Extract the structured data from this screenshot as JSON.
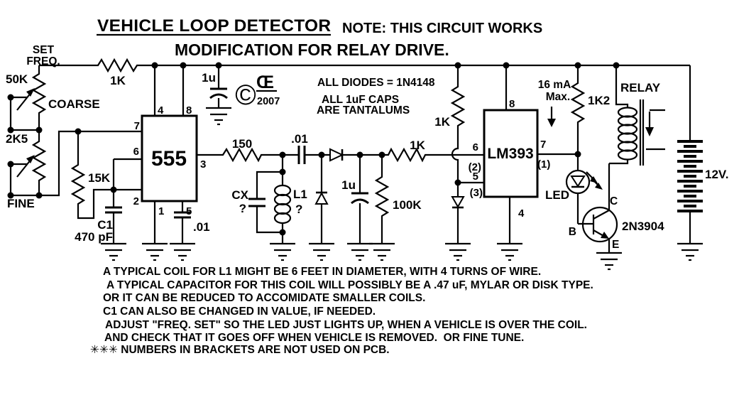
{
  "header": {
    "title": "VEHICLE LOOP DETECTOR",
    "note": "NOTE: THIS CIRCUIT WORKS",
    "subtitle": "MODIFICATION FOR RELAY DRIVE.",
    "copyright_symbol": "©",
    "copyright_initials": "Œ",
    "copyright_year": "2007"
  },
  "annotations": {
    "diodes": "ALL DIODES = 1N4148",
    "caps1": "ALL 1uF CAPS",
    "caps2": "ARE TANTALUMS",
    "current1": "16 mA",
    "current2": "Max."
  },
  "labels": {
    "set1": "SET",
    "set2": "FREQ.",
    "coarse_value": "50K",
    "coarse": "COARSE",
    "fine_value": "2K5",
    "fine": "FINE",
    "r_supply": "1K",
    "r_timing": "15K",
    "c1_ref": "C1",
    "c1_val": "470 pF",
    "ic1": "555",
    "c_pin5": ".01",
    "c_decouple": "1u",
    "r_out": "150",
    "c_series": ".01",
    "cx_ref": "CX",
    "cx_val": "?",
    "l1_ref": "L1",
    "l1_val": "?",
    "c_det": "1u",
    "r_det": "100K",
    "r_sig": "1K",
    "r_ref": "1K",
    "ic2": "LM393",
    "r_led": "1K2",
    "led": "LED",
    "q1": "2N3904",
    "q1_b": "B",
    "q1_c": "C",
    "q1_e": "E",
    "relay": "RELAY",
    "battery": "12V."
  },
  "pins555": {
    "p4": "4",
    "p8": "8",
    "p7": "7",
    "p6": "6",
    "p2": "2",
    "p3": "3",
    "p1": "1",
    "p5": "5"
  },
  "pinsLM393": {
    "p8": "8",
    "p6": "6",
    "p6b": "(2)",
    "p5": "5",
    "p5b": "(3)",
    "p7": "7",
    "p7b": "(1)",
    "p4": "4"
  },
  "notes": [
    "A TYPICAL COIL FOR L1 MIGHT BE 6 FEET IN DIAMETER, WITH 4 TURNS OF WIRE.",
    "A TYPICAL CAPACITOR FOR THIS COIL WILL POSSIBLY BE A .47 uF, MYLAR OR DISK TYPE.",
    "OR IT CAN BE REDUCED TO ACCOMIDATE SMALLER COILS.",
    "C1 CAN ALSO BE CHANGED IN VALUE, IF NEEDED.",
    "ADJUST \"FREQ. SET\" SO THE LED JUST LIGHTS UP, WHEN A VEHICLE IS OVER THE COIL.",
    "AND CHECK THAT IT GOES OFF WHEN VEHICLE IS REMOVED.  OR FINE TUNE.",
    "✳✳✳ NUMBERS IN BRACKETS ARE NOT USED ON PCB."
  ],
  "colors": {
    "ink": "#000000",
    "background": "#ffffff"
  }
}
